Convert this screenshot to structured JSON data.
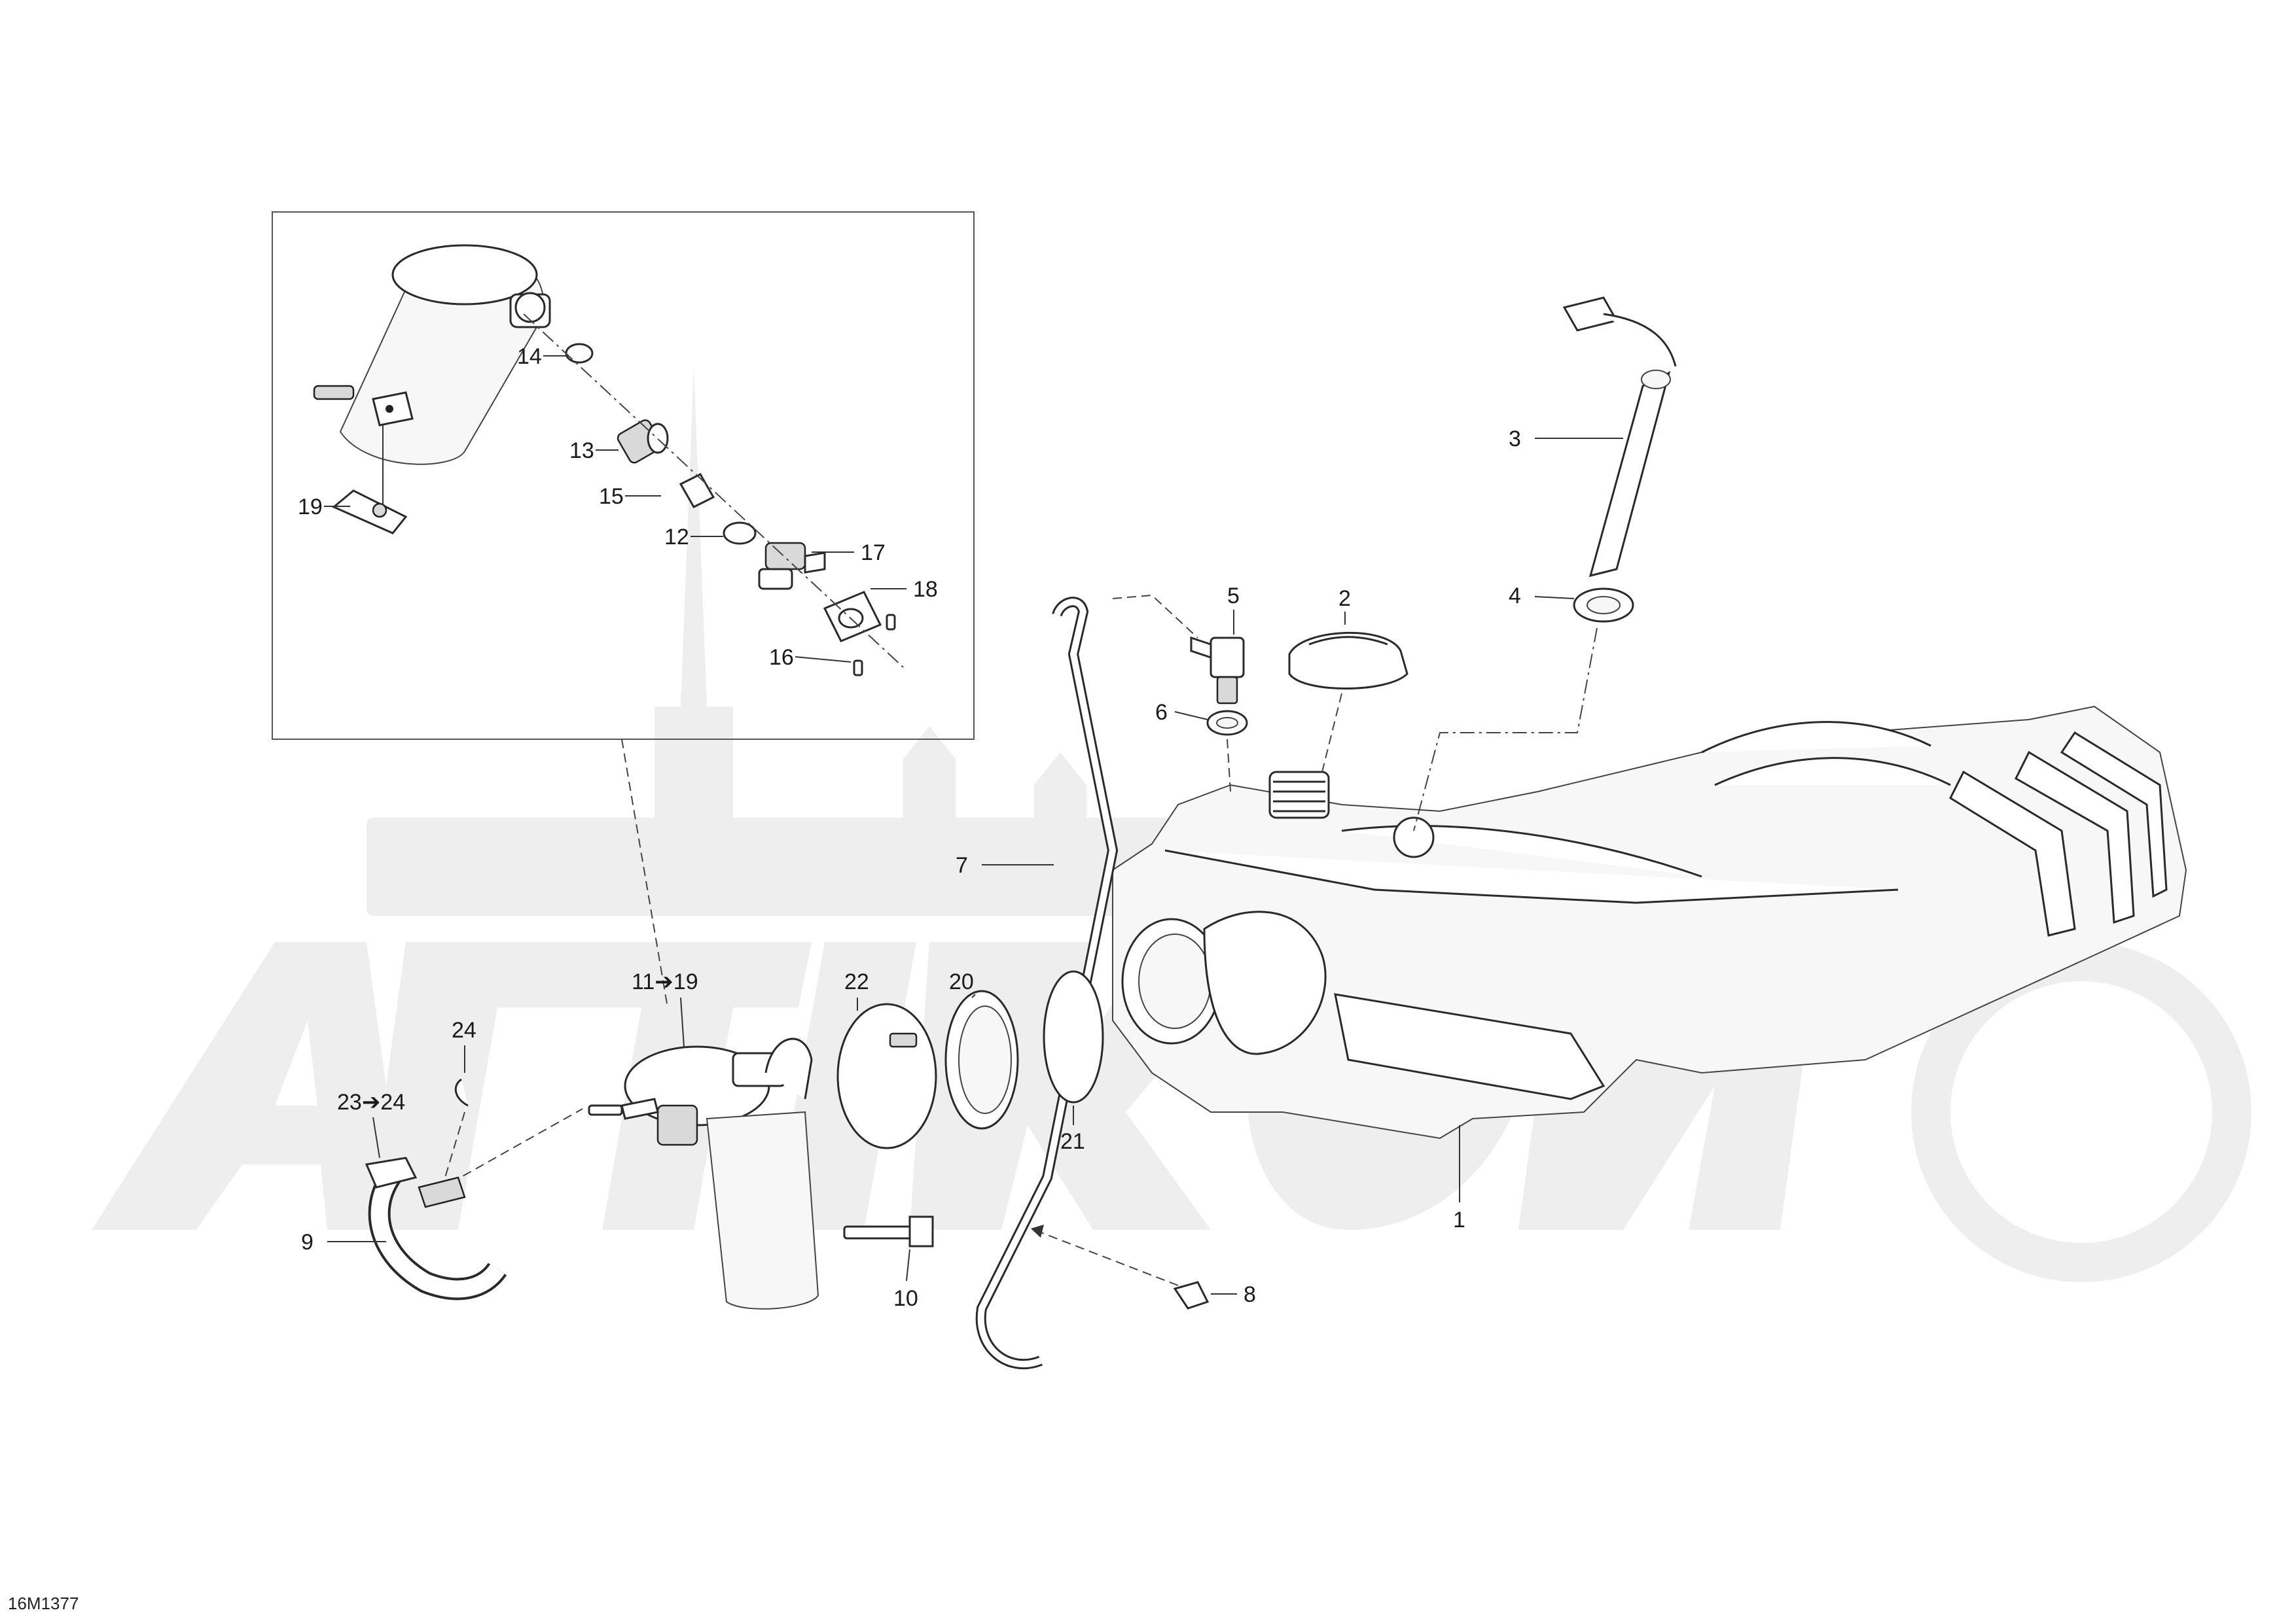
{
  "drawing_ref": "16M1377",
  "callouts": {
    "c1": "1",
    "c2": "2",
    "c3": "3",
    "c4": "4",
    "c5": "5",
    "c6": "6",
    "c7": "7",
    "c8": "8",
    "c9": "9",
    "c10": "10",
    "c11": "11➔19",
    "c12": "12",
    "c13": "13",
    "c14": "14",
    "c15": "15",
    "c16": "16",
    "c17": "17",
    "c18": "18",
    "c19": "19",
    "c20": "20",
    "c21": "21",
    "c22": "22",
    "c23": "23➔24",
    "c24": "24"
  },
  "icons": {
    "watermark": "logo-watermark-icon",
    "tank": "fuel-tank-icon",
    "pump": "fuel-pump-icon"
  },
  "colors": {
    "line": "#2a2a2a",
    "watermark": "#eeeeee",
    "background": "#ffffff"
  }
}
